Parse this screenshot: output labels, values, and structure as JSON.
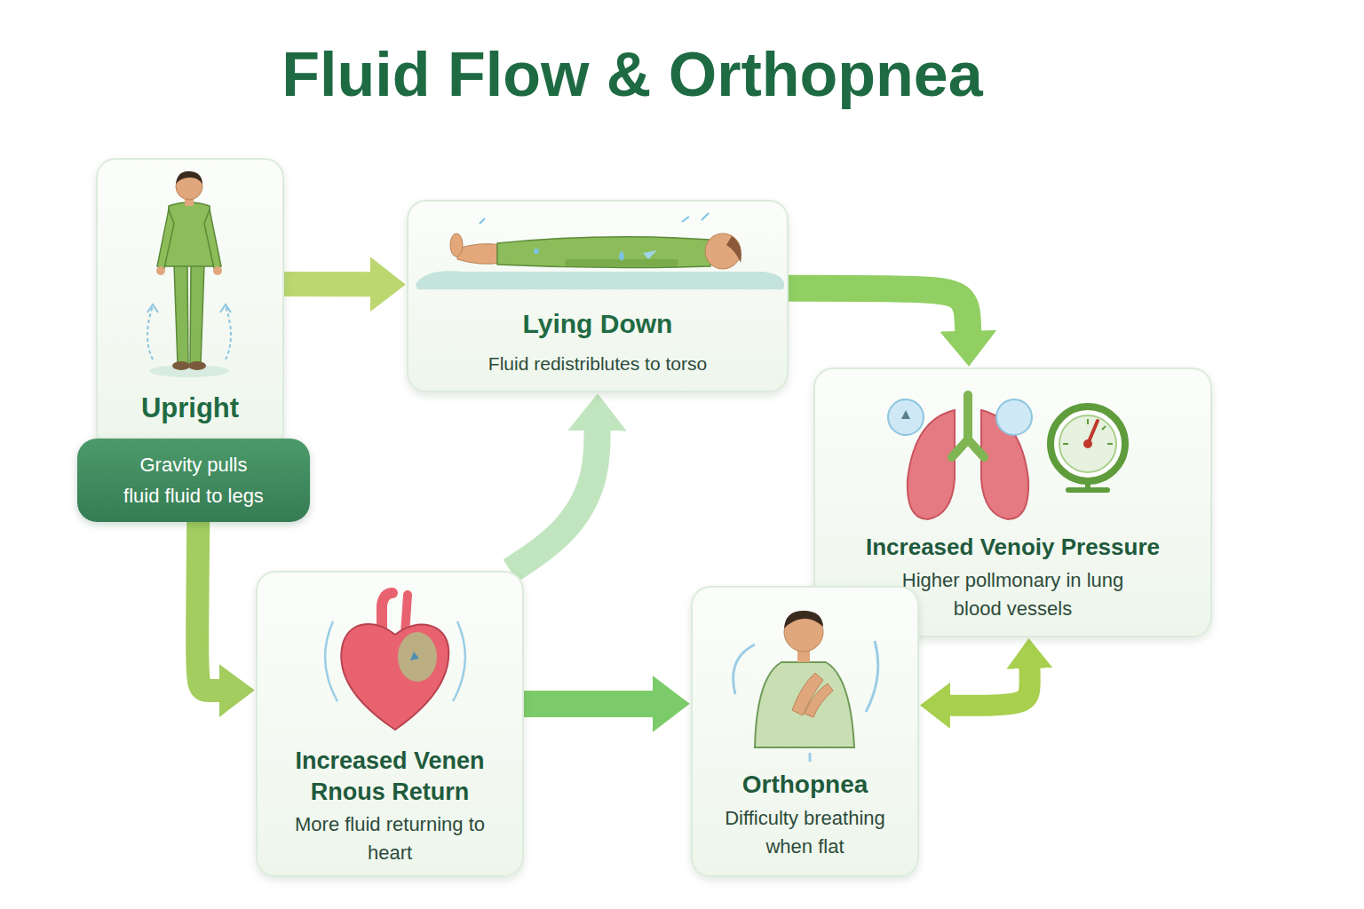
{
  "diagram": {
    "title": "Fluid Flow & Orthopnea",
    "nodes": [
      {
        "text": [
          "Upright"
        ]
      },
      {
        "text": [
          "Gravity pulls fluid fluid to legs"
        ],
        "in": 0
      },
      {
        "text": [
          "Lying Down",
          "Fluid redistriblutes to torso"
        ]
      },
      {
        "text": [
          "Increased Venoiy Pressure",
          "Higher pollmonary in lung blood vessels"
        ]
      },
      {
        "text": [
          "Increased Venen Rnous Return",
          "More fluid returning to heart"
        ]
      },
      {
        "text": [
          "Orthopnea",
          "Difficulty breathing when flat"
        ]
      }
    ],
    "edges": [
      {
        "from": 0,
        "to": 2,
        "arrow": "to"
      },
      {
        "from": 1,
        "to": 4,
        "arrow": "to"
      },
      {
        "from": 2,
        "to": 3,
        "arrow": "to"
      },
      {
        "from": 4,
        "to": 2,
        "arrow": "to"
      },
      {
        "from": 4,
        "to": 5,
        "arrow": "to"
      },
      {
        "from": 5,
        "to": 3,
        "arrow": "both"
      }
    ]
  }
}
